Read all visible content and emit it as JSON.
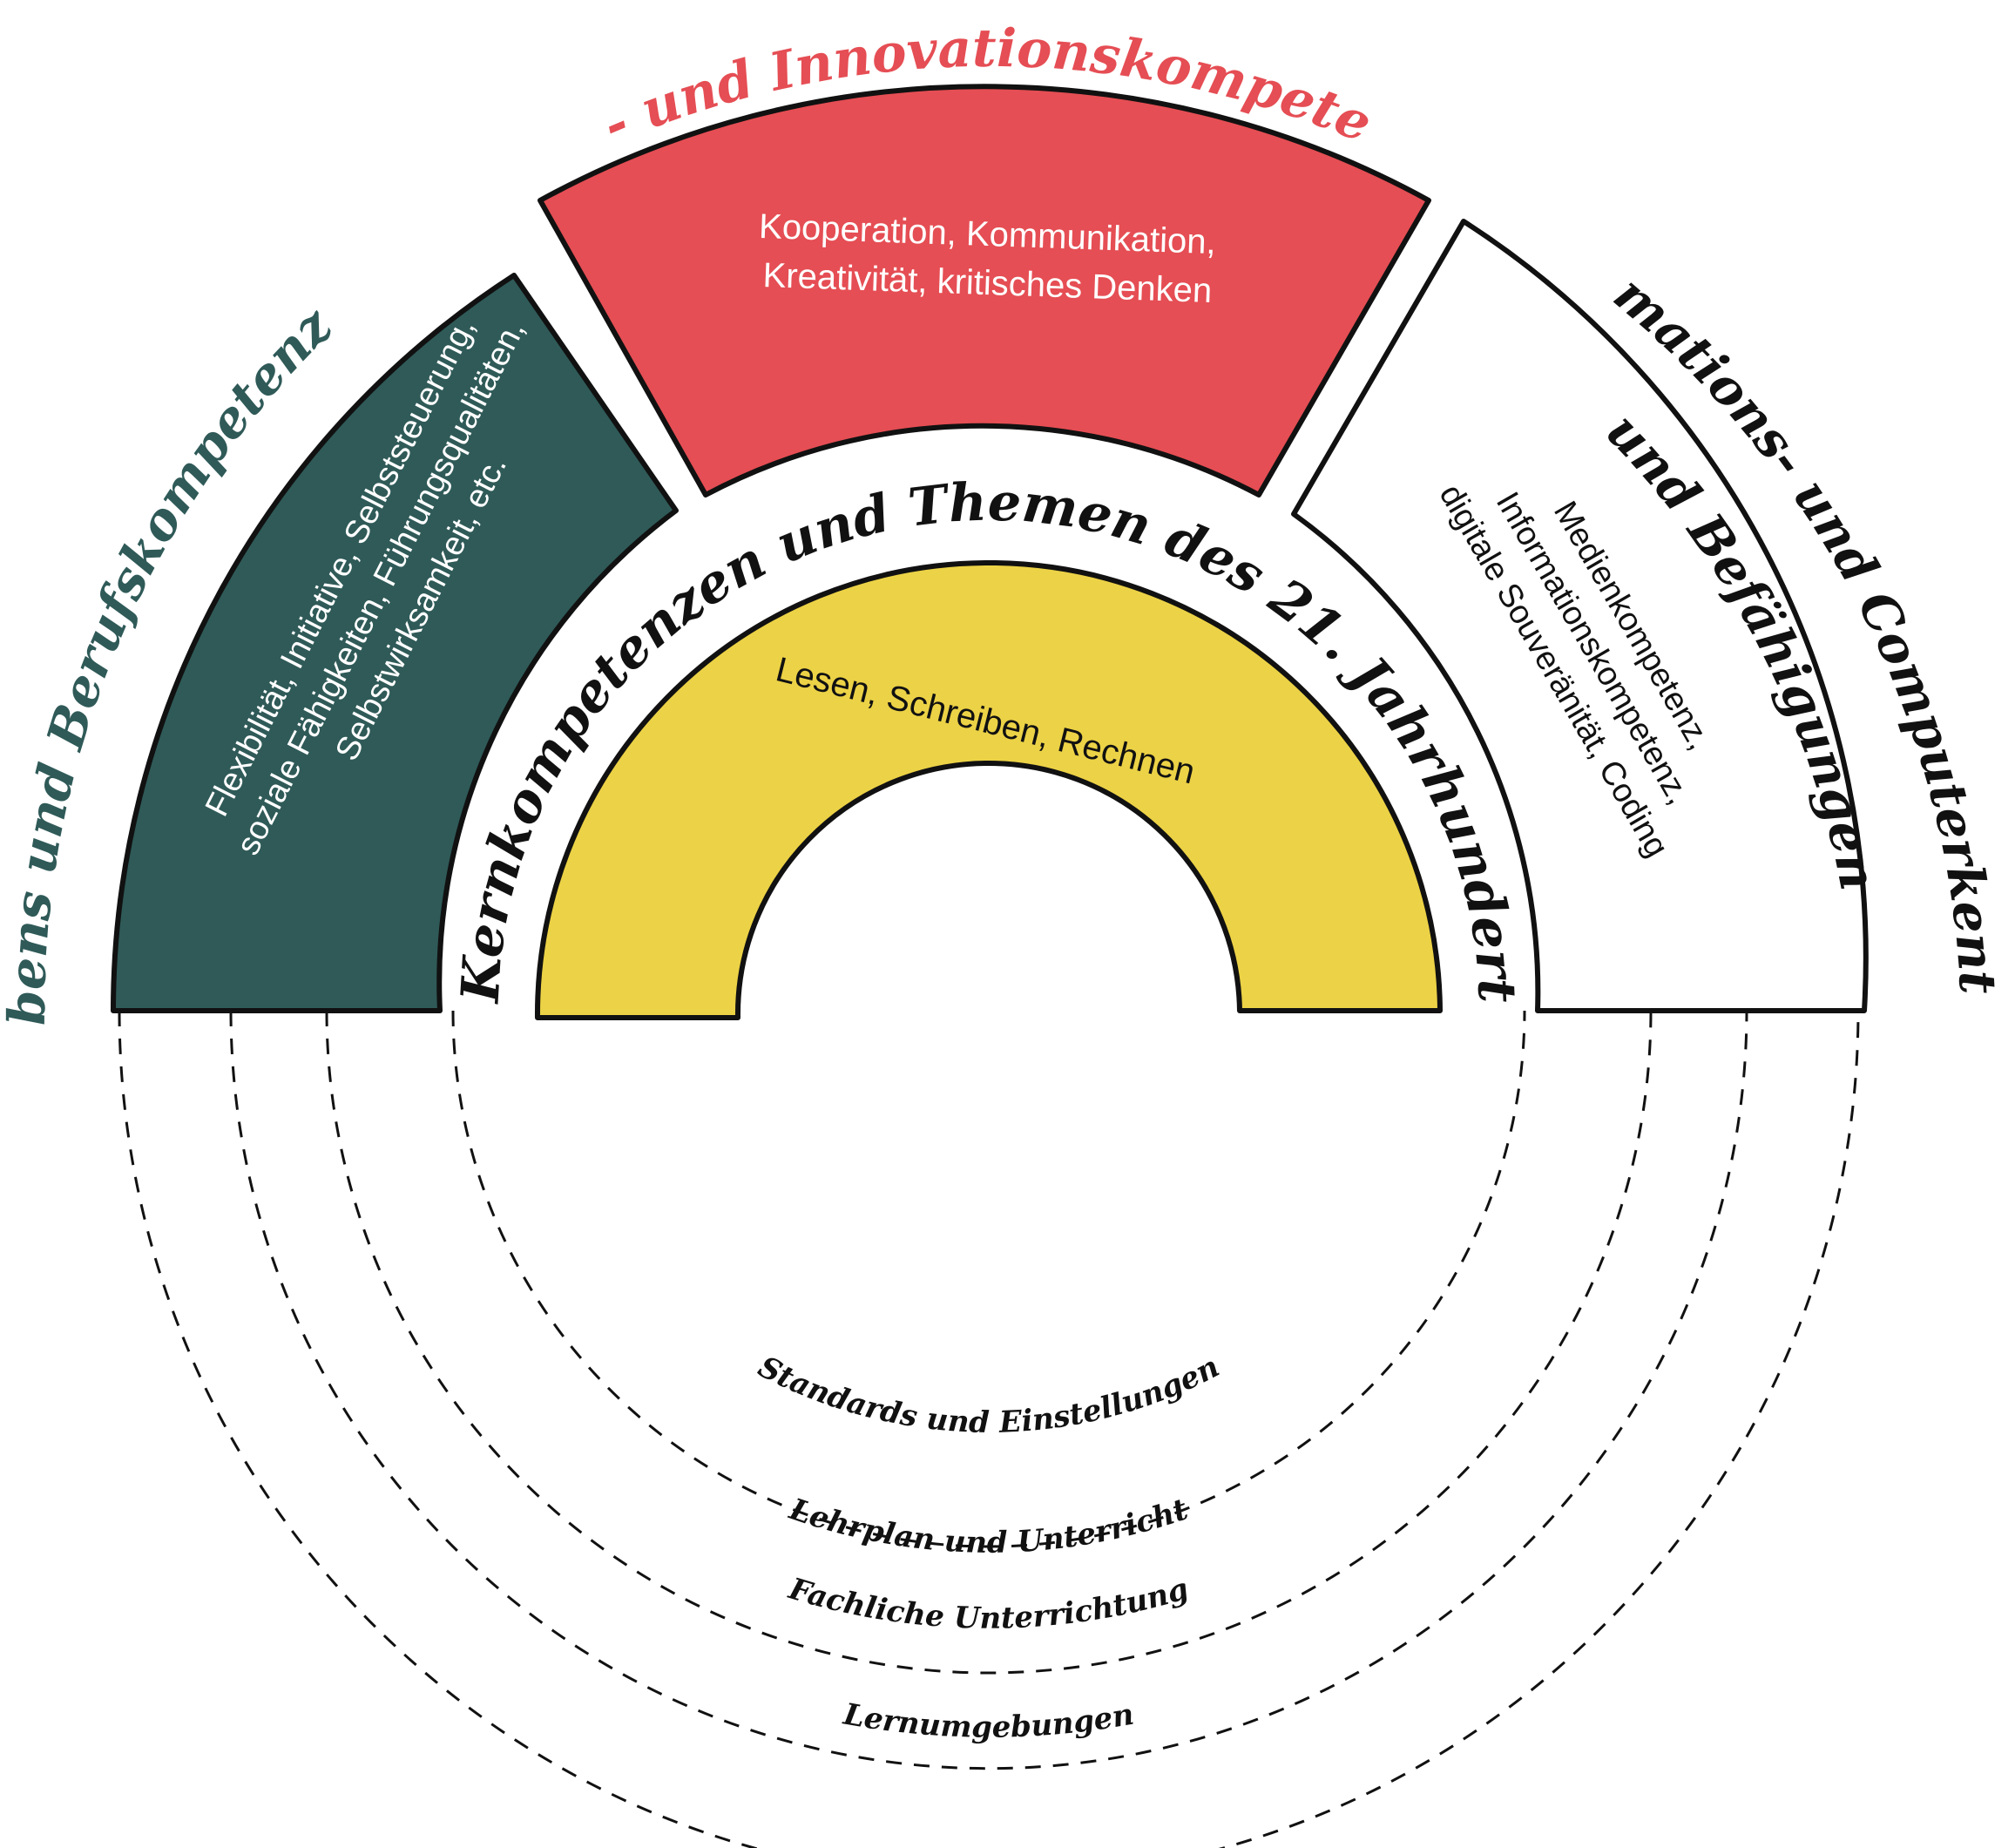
{
  "colors": {
    "life_career": "#2f5a58",
    "learning_innovation": "#e54e54",
    "information": "#ffffff",
    "core": "#ecd246",
    "outline": "#111111",
    "white_text": "#ffffff",
    "dark_text": "#111111",
    "life_title": "#2f5a58",
    "learning_title": "#e54e54"
  },
  "segments": {
    "life_career": {
      "title": "Lebens und Berufskompetenzen",
      "lines": [
        "Flexibilität, Initiative, Selbststeuerung,",
        "soziale Fähigkeiten, Führungsqualitäten,",
        "Selbstwirksamkeit, etc."
      ]
    },
    "learning_innovation": {
      "title": "Lern- und Innovationskompetenzen",
      "lines": [
        "Kooperation, Kommunikation,",
        "Kreativität, kritisches Denken"
      ]
    },
    "information": {
      "title_line1": "Informations- und Computerkentnisse",
      "title_line2": "und Befähigungen",
      "lines": [
        "Medienkompetenz,",
        "Informationskompetenz,",
        "digitale Souveränität, Coding"
      ]
    },
    "core": {
      "title": "Kernkompetenzen und Themen des 21. Jahrhundert",
      "lines": [
        "Lesen, Schreiben, Rechnen"
      ]
    }
  },
  "support_systems": [
    "Standards und Einstellungen",
    "Lehrplan und Unterricht",
    "Fachliche Unterrichtung",
    "Lernumgebungen"
  ]
}
